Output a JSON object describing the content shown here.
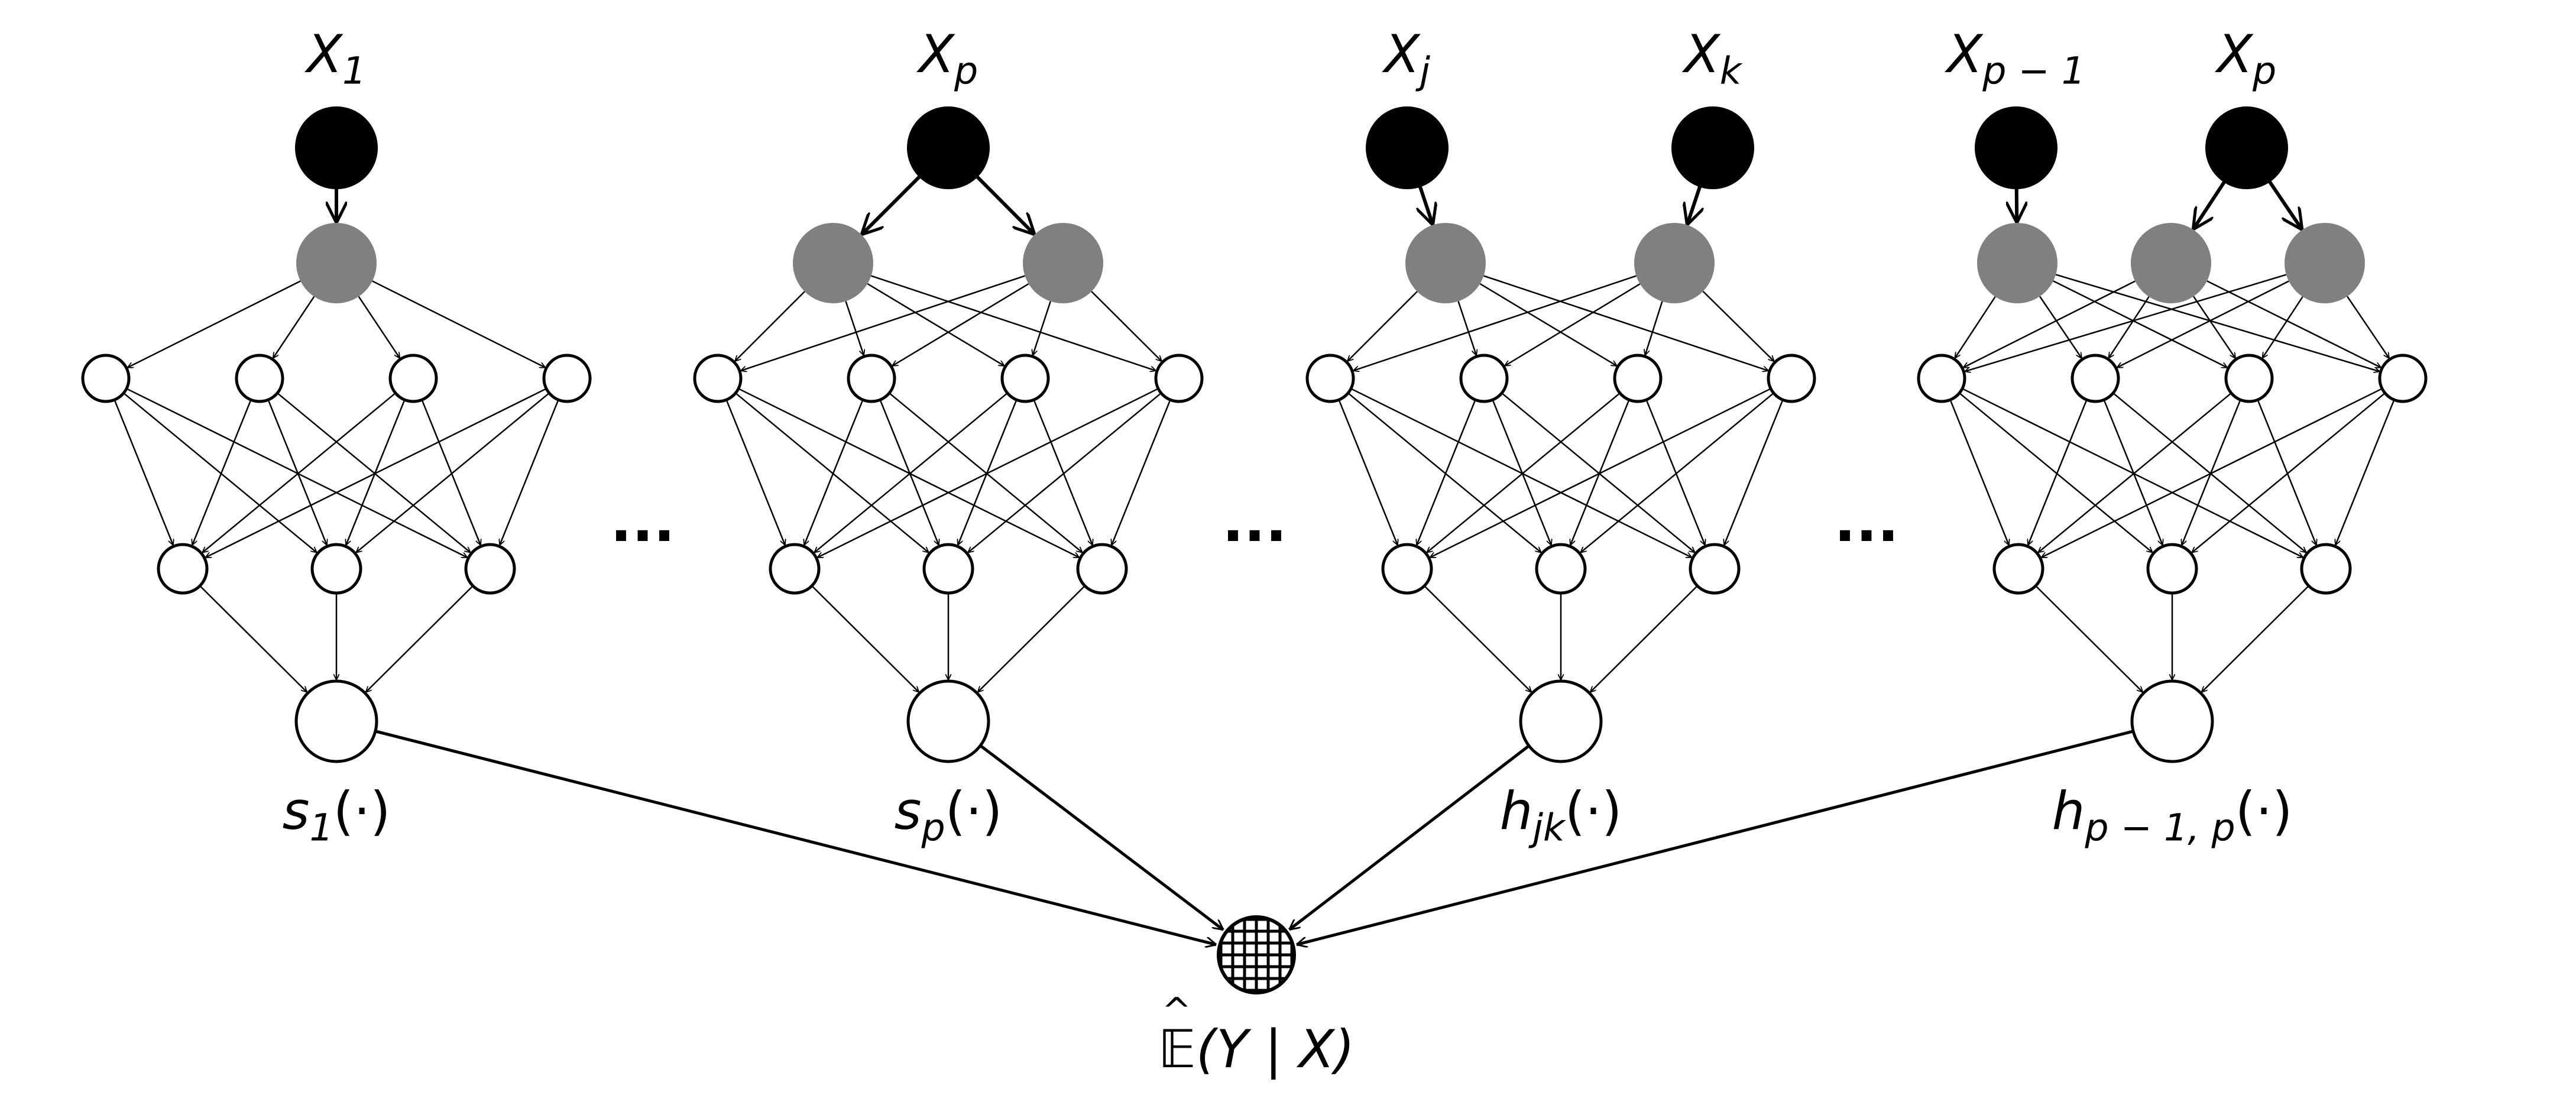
{
  "colors": {
    "input": "#000000",
    "embedding": "#808080",
    "hidden": "#ffffff",
    "stroke": "#000000"
  },
  "ellipsis": "...",
  "subnetworks": [
    {
      "id": "s1",
      "inputs": [
        {
          "base": "X",
          "sub": "1"
        }
      ],
      "embeddings": 1,
      "input_targets": [
        [
          0
        ]
      ],
      "output_label": {
        "base": "s",
        "sub": "1",
        "suffix": "(·)"
      }
    },
    {
      "id": "sp",
      "inputs": [
        {
          "base": "X",
          "sub": "p"
        }
      ],
      "embeddings": 2,
      "input_targets": [
        [
          0,
          1
        ]
      ],
      "output_label": {
        "base": "s",
        "sub": "p",
        "suffix": "(·)"
      }
    },
    {
      "id": "hjk",
      "inputs": [
        {
          "base": "X",
          "sub": "j"
        },
        {
          "base": "X",
          "sub": "k"
        }
      ],
      "embeddings": 2,
      "input_targets": [
        [
          0
        ],
        [
          1
        ]
      ],
      "output_label": {
        "base": "h",
        "sub": "jk",
        "suffix": "(·)"
      }
    },
    {
      "id": "hp1p",
      "inputs": [
        {
          "base": "X",
          "sub": "p − 1"
        },
        {
          "base": "X",
          "sub": "p"
        }
      ],
      "embeddings": 3,
      "input_targets": [
        [
          0
        ],
        [
          1,
          2
        ]
      ],
      "output_label": {
        "base": "h",
        "sub": "p − 1, p",
        "suffix": "(·)"
      }
    }
  ],
  "aggregator": {
    "icon": "grid-aggregator-icon",
    "label": {
      "hat": "^",
      "symbol": "𝔼",
      "rest": "(Y | X)"
    }
  }
}
